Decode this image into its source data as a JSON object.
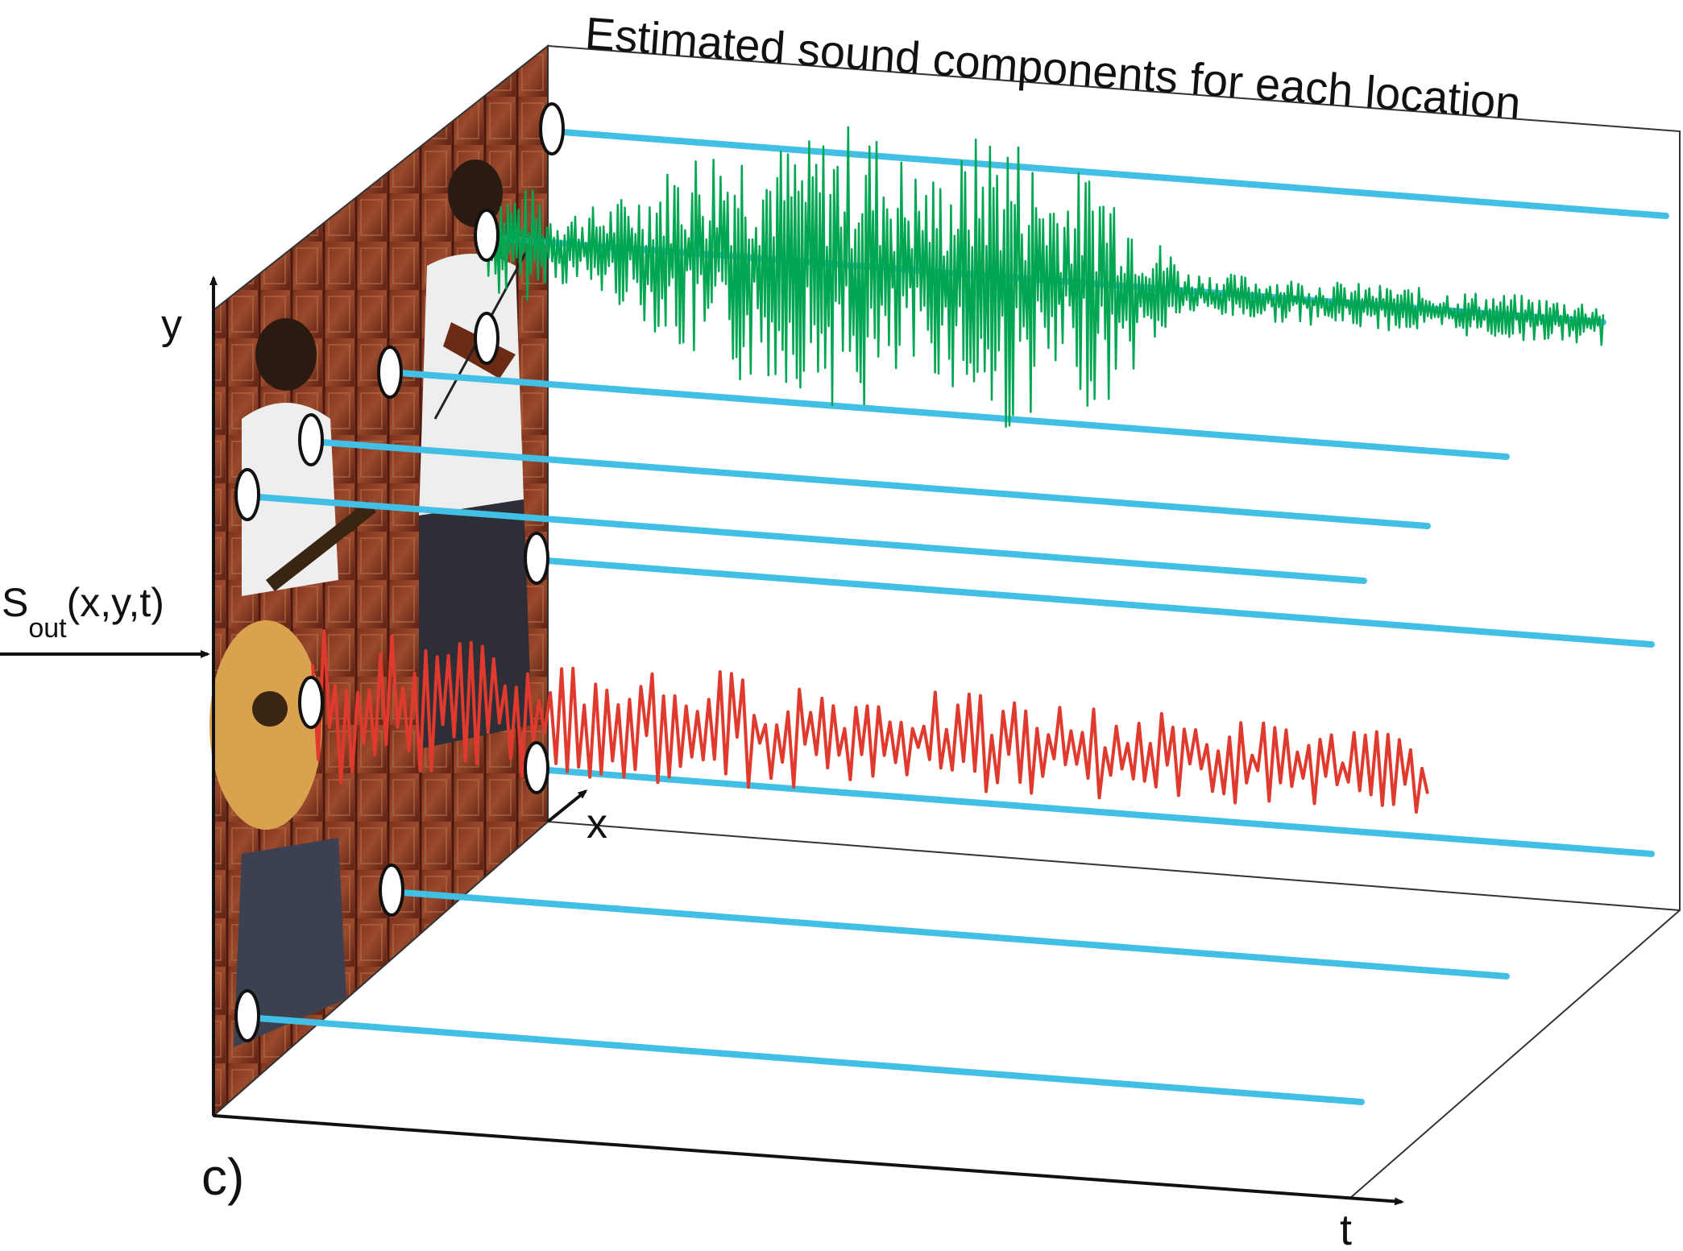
{
  "title": "Estimated sound components for each location",
  "axes": {
    "x": "x",
    "y": "y",
    "t": "t"
  },
  "input_label": {
    "base": "S",
    "subscript": "out",
    "args": "(x,y,t)"
  },
  "panel_label": "c)",
  "colors": {
    "location_trace": "#42bfe4",
    "violin_component": "#00a651",
    "guitar_component": "#e03a2e",
    "frame_line": "#333333"
  },
  "sound_components": [
    {
      "source": "violinist",
      "color": "#00a651"
    },
    {
      "source": "guitarist",
      "color": "#e03a2e"
    }
  ],
  "location_count": 11,
  "icons": [
    "video-frame-image",
    "location-marker-icon",
    "arrow-icon"
  ]
}
